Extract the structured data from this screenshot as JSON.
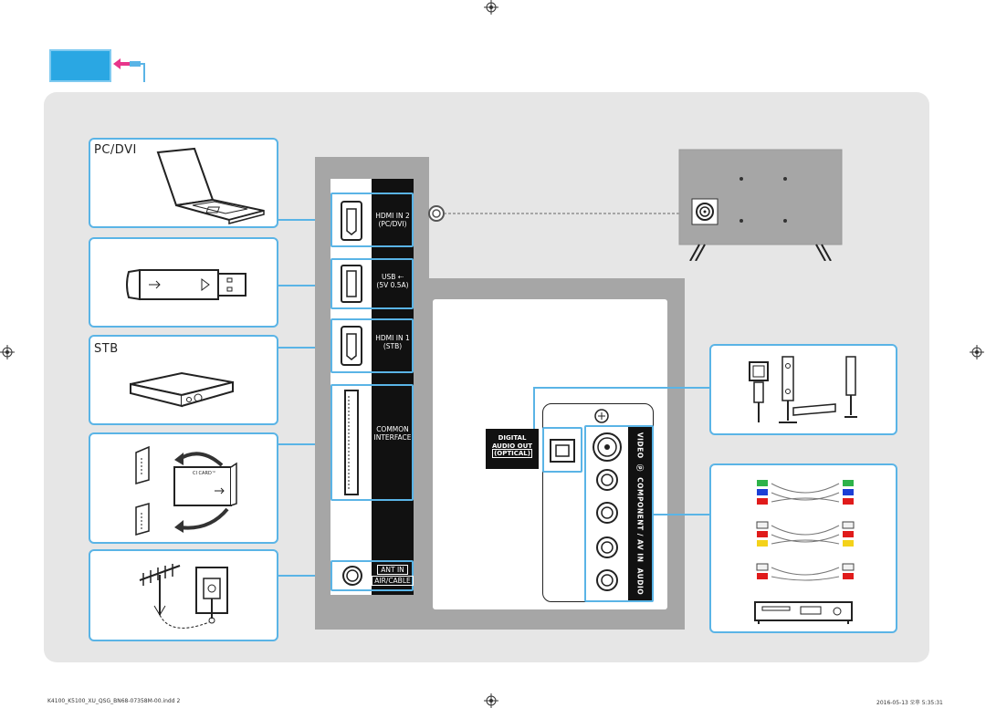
{
  "labels": {
    "pc_dvi": "PC/DVI",
    "stb": "STB",
    "hdmi2_line1": "HDMI IN 2",
    "hdmi2_line2": "(PC/DVI)",
    "usb_line1": "USB",
    "usb_line2": "(5V 0.5A)",
    "hdmi1_line1": "HDMI IN 1",
    "hdmi1_line2": "(STB)",
    "ci_line1": "COMMON",
    "ci_line2": "INTERFACE",
    "ant_line1": "ANT IN",
    "ant_line2": "AIR/CABLE",
    "ci_card": "CI CARD™",
    "digital_line1": "DIGITAL",
    "digital_line2": "AUDIO OUT",
    "digital_line3": "(OPTICAL)",
    "vertical_label": "COMPONENT / AV IN",
    "video_label": "VIDEO",
    "audio_label": "AUDIO"
  },
  "footer": {
    "left": "K4100_K5100_XU_QSG_BN68-07358M-00.indd   2",
    "right": "2016-05-13   오후 5:35:31"
  },
  "colors": {
    "accent": "#5ab4e6",
    "panel": "#e6e6e6",
    "port_strip": "#a6a6a6",
    "legend_box": "#2aa7e3",
    "arrow": "#e8358b"
  },
  "icons": [
    "laptop-icon",
    "usb-stick-icon",
    "set-top-box-icon",
    "ci-card-icon",
    "antenna-icon",
    "tv-back-icon",
    "home-theater-icon",
    "component-cables-icon",
    "av-cables-icon",
    "dvd-player-icon"
  ]
}
